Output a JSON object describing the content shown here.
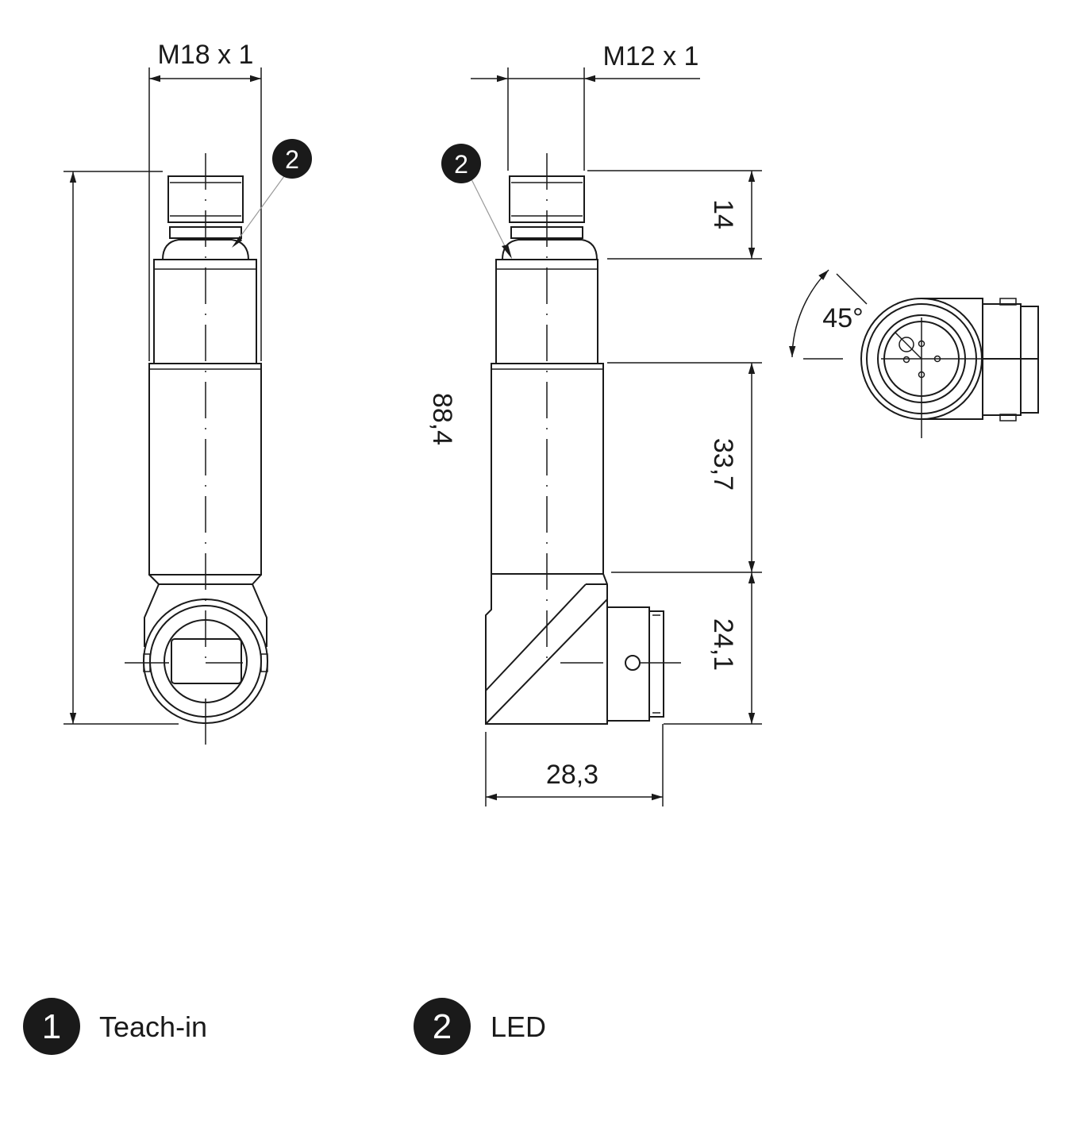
{
  "dimensions": {
    "thread_left": "M18 x 1",
    "thread_right": "M12 x 1",
    "overall_length": "88,4",
    "connector_length": "14",
    "body_length": "33,7",
    "head_length": "24,1",
    "head_width": "28,3",
    "rotation_angle": "45°"
  },
  "callouts": {
    "led_left": "2",
    "led_right": "2"
  },
  "legend": [
    {
      "number": "1",
      "label": "Teach-in"
    },
    {
      "number": "2",
      "label": "LED"
    }
  ],
  "colors": {
    "line": "#1a1a1a",
    "leader": "#9a9a9a",
    "badge": "#1a1a1a",
    "badge_text": "#ffffff"
  }
}
